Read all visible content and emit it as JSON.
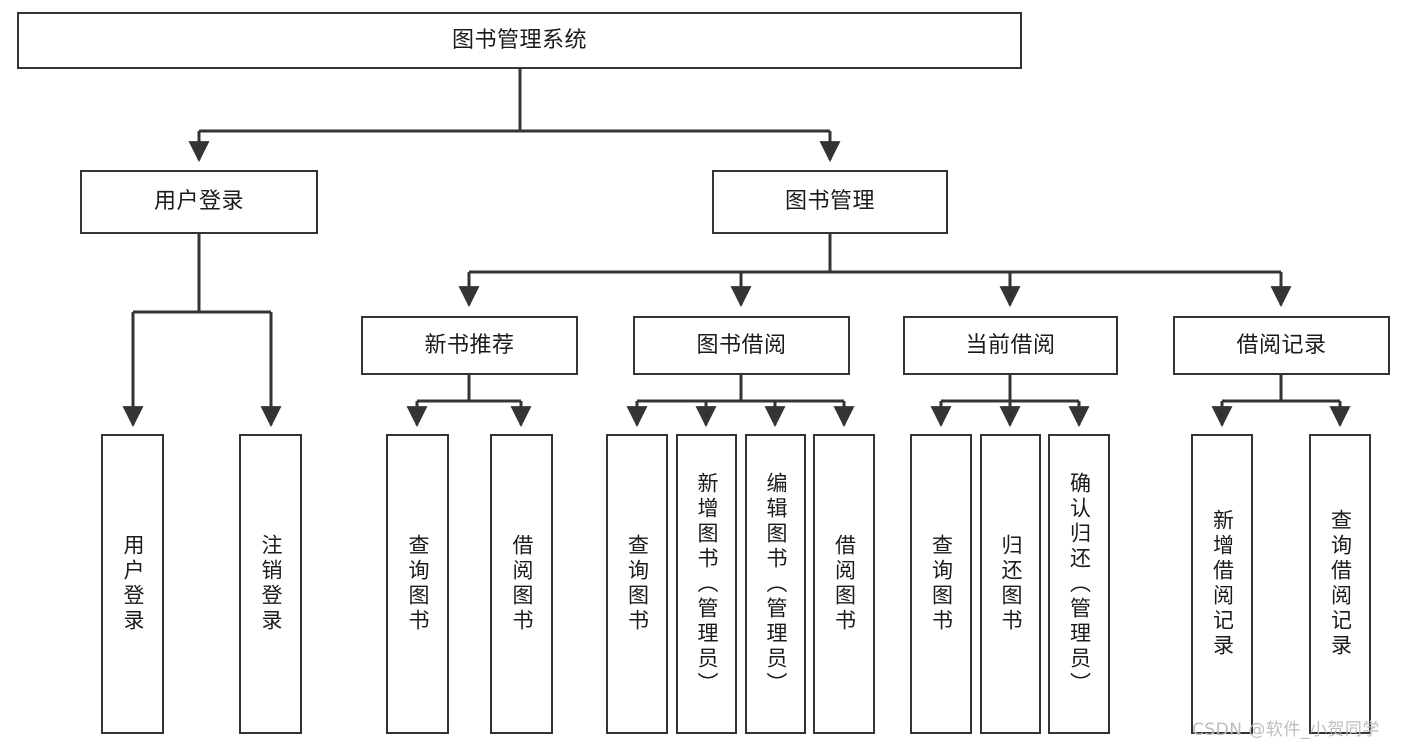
{
  "diagram": {
    "title": "图书管理系统",
    "type": "hierarchy-tree",
    "root": {
      "id": "root",
      "label": "图书管理系统"
    },
    "level2": [
      {
        "id": "user-login",
        "label": "用户登录"
      },
      {
        "id": "book-manage",
        "label": "图书管理"
      }
    ],
    "level3": [
      {
        "id": "new-book-rec",
        "label": "新书推荐"
      },
      {
        "id": "book-borrow",
        "label": "图书借阅"
      },
      {
        "id": "current-borrow",
        "label": "当前借阅"
      },
      {
        "id": "borrow-record",
        "label": "借阅记录"
      }
    ],
    "leaves": [
      {
        "id": "leaf-user-login",
        "label": "用户登录",
        "parent": "user-login"
      },
      {
        "id": "leaf-logout",
        "label": "注销登录",
        "parent": "user-login"
      },
      {
        "id": "leaf-query-book-1",
        "label": "查询图书",
        "parent": "new-book-rec"
      },
      {
        "id": "leaf-borrow-book-1",
        "label": "借阅图书",
        "parent": "new-book-rec"
      },
      {
        "id": "leaf-query-book-2",
        "label": "查询图书",
        "parent": "book-borrow"
      },
      {
        "id": "leaf-add-book",
        "label": "新增图书（管理员）",
        "parent": "book-borrow"
      },
      {
        "id": "leaf-edit-book",
        "label": "编辑图书（管理员）",
        "parent": "book-borrow"
      },
      {
        "id": "leaf-borrow-book-2",
        "label": "借阅图书",
        "parent": "book-borrow"
      },
      {
        "id": "leaf-query-book-3",
        "label": "查询图书",
        "parent": "current-borrow"
      },
      {
        "id": "leaf-return-book",
        "label": "归还图书",
        "parent": "current-borrow"
      },
      {
        "id": "leaf-confirm-return",
        "label": "确认归还（管理员）",
        "parent": "current-borrow"
      },
      {
        "id": "leaf-add-record",
        "label": "新增借阅记录",
        "parent": "borrow-record"
      },
      {
        "id": "leaf-query-record",
        "label": "查询借阅记录",
        "parent": "borrow-record"
      }
    ],
    "watermark": "CSDN @软件_小贺同学",
    "colors": {
      "stroke": "#343434",
      "background": "#ffffff",
      "text": "#1b1b1b",
      "watermark": "#bdbdbd"
    }
  }
}
